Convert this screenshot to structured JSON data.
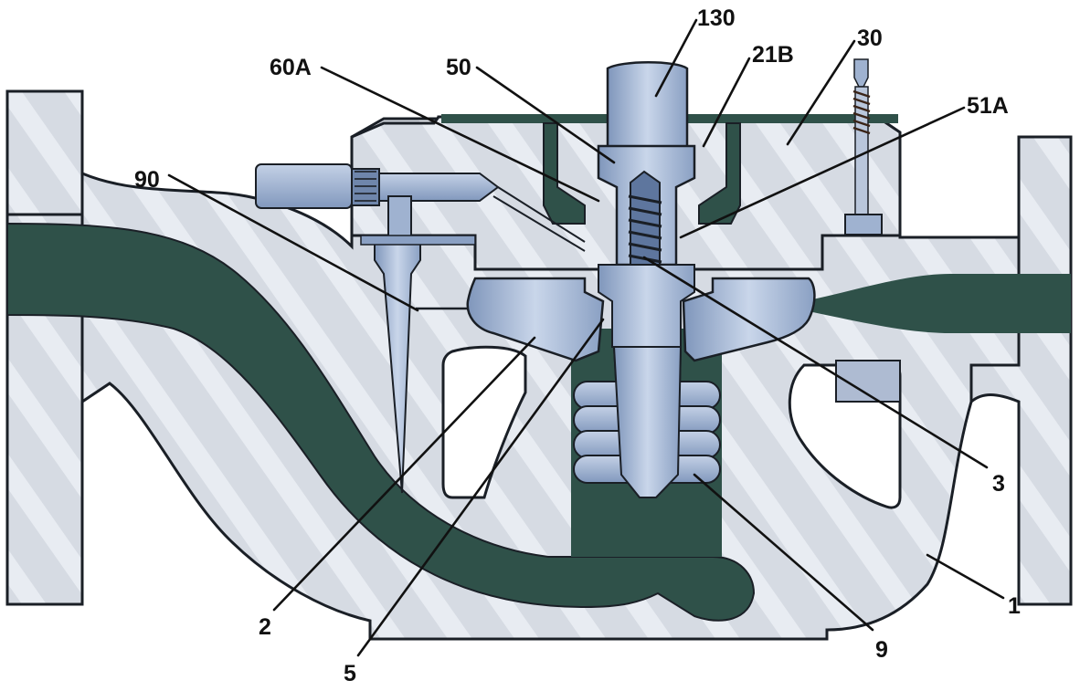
{
  "diagram": {
    "colors": {
      "body": "#d6dbe3",
      "body_stripe": "#eef1f5",
      "outline": "#1a1f26",
      "passage": "#2f5149",
      "part_blue": "#9fb2d0",
      "part_blue_light": "#c7d4e8",
      "part_blue_dark": "#6f86ab"
    },
    "labels": {
      "l130": "130",
      "l60a": "60A",
      "l50": "50",
      "l21b": "21B",
      "l30": "30",
      "l51a": "51A",
      "l90": "90",
      "l3": "3",
      "l1": "1",
      "l2": "2",
      "l5": "5",
      "l9": "9"
    }
  }
}
